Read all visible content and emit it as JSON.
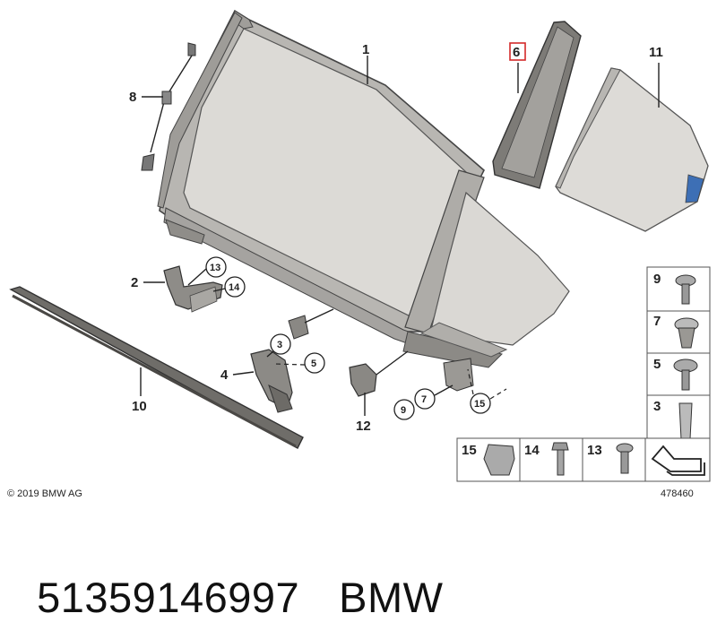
{
  "diagram": {
    "callouts": {
      "c1": "1",
      "c2": "2",
      "c4": "4",
      "c6": "6",
      "c8": "8",
      "c10": "10",
      "c11": "11",
      "c12": "12"
    },
    "circled": {
      "a13": "13",
      "a14": "14",
      "a3": "3",
      "a5": "5",
      "a9": "9",
      "a7": "7",
      "a15": "15"
    },
    "legend_right": {
      "r9": "9",
      "r7": "7",
      "r5": "5",
      "r3": "3"
    },
    "legend_bottom": {
      "b15": "15",
      "b14": "14",
      "b13": "13"
    },
    "copyright": "© 2019 BMW AG",
    "image_number": "478460"
  },
  "caption": {
    "part_number": "51359146997",
    "brand": "BMW"
  },
  "colors": {
    "highlight": "#d42a2a",
    "part_fill": "#d9d7d3",
    "frame_fill": "#b3b1ad",
    "line": "#333333"
  }
}
